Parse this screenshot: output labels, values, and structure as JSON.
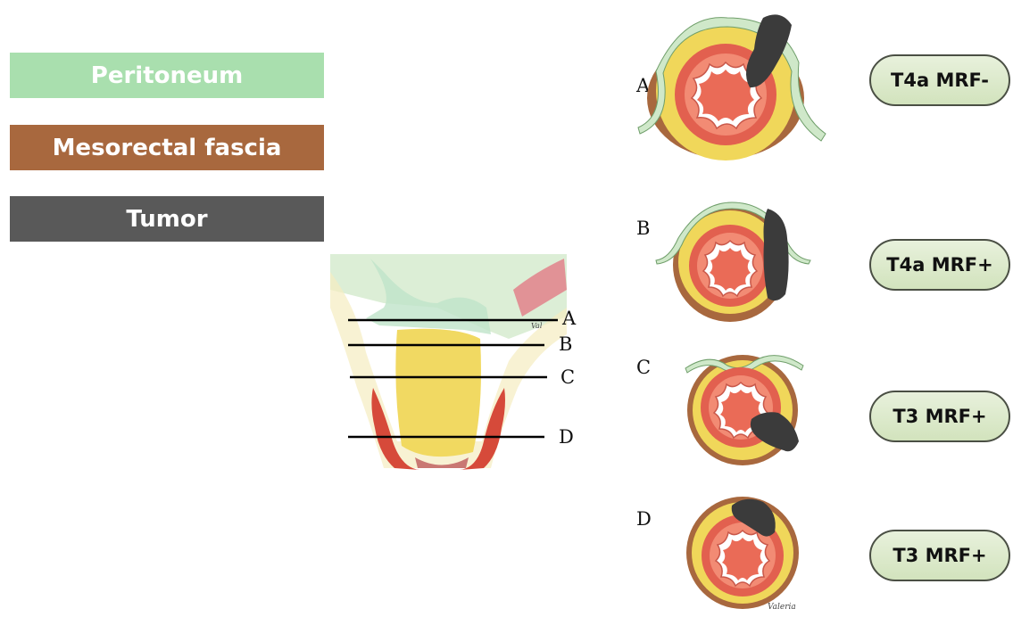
{
  "legend": [
    {
      "label": "Peritoneum",
      "color": "#a9dfae"
    },
    {
      "label": "Mesorectal fascia",
      "color": "#a8683e"
    },
    {
      "label": "Tumor",
      "color": "#595959"
    }
  ],
  "sagittal_levels": [
    "A",
    "B",
    "C",
    "D"
  ],
  "sections": [
    {
      "letter": "A",
      "stage": "T4a MRF-"
    },
    {
      "letter": "B",
      "stage": "T4a MRF+"
    },
    {
      "letter": "C",
      "stage": "T3 MRF+"
    },
    {
      "letter": "D",
      "stage": "T3 MRF+"
    }
  ],
  "colors": {
    "mesorectum": "#f0d75a",
    "rectal_wall": "#e2604f",
    "mucosa": "#f28b74",
    "tumor": "#3b3b3b",
    "peritoneum": "#cfe8c9",
    "fascia": "#a8683e"
  }
}
